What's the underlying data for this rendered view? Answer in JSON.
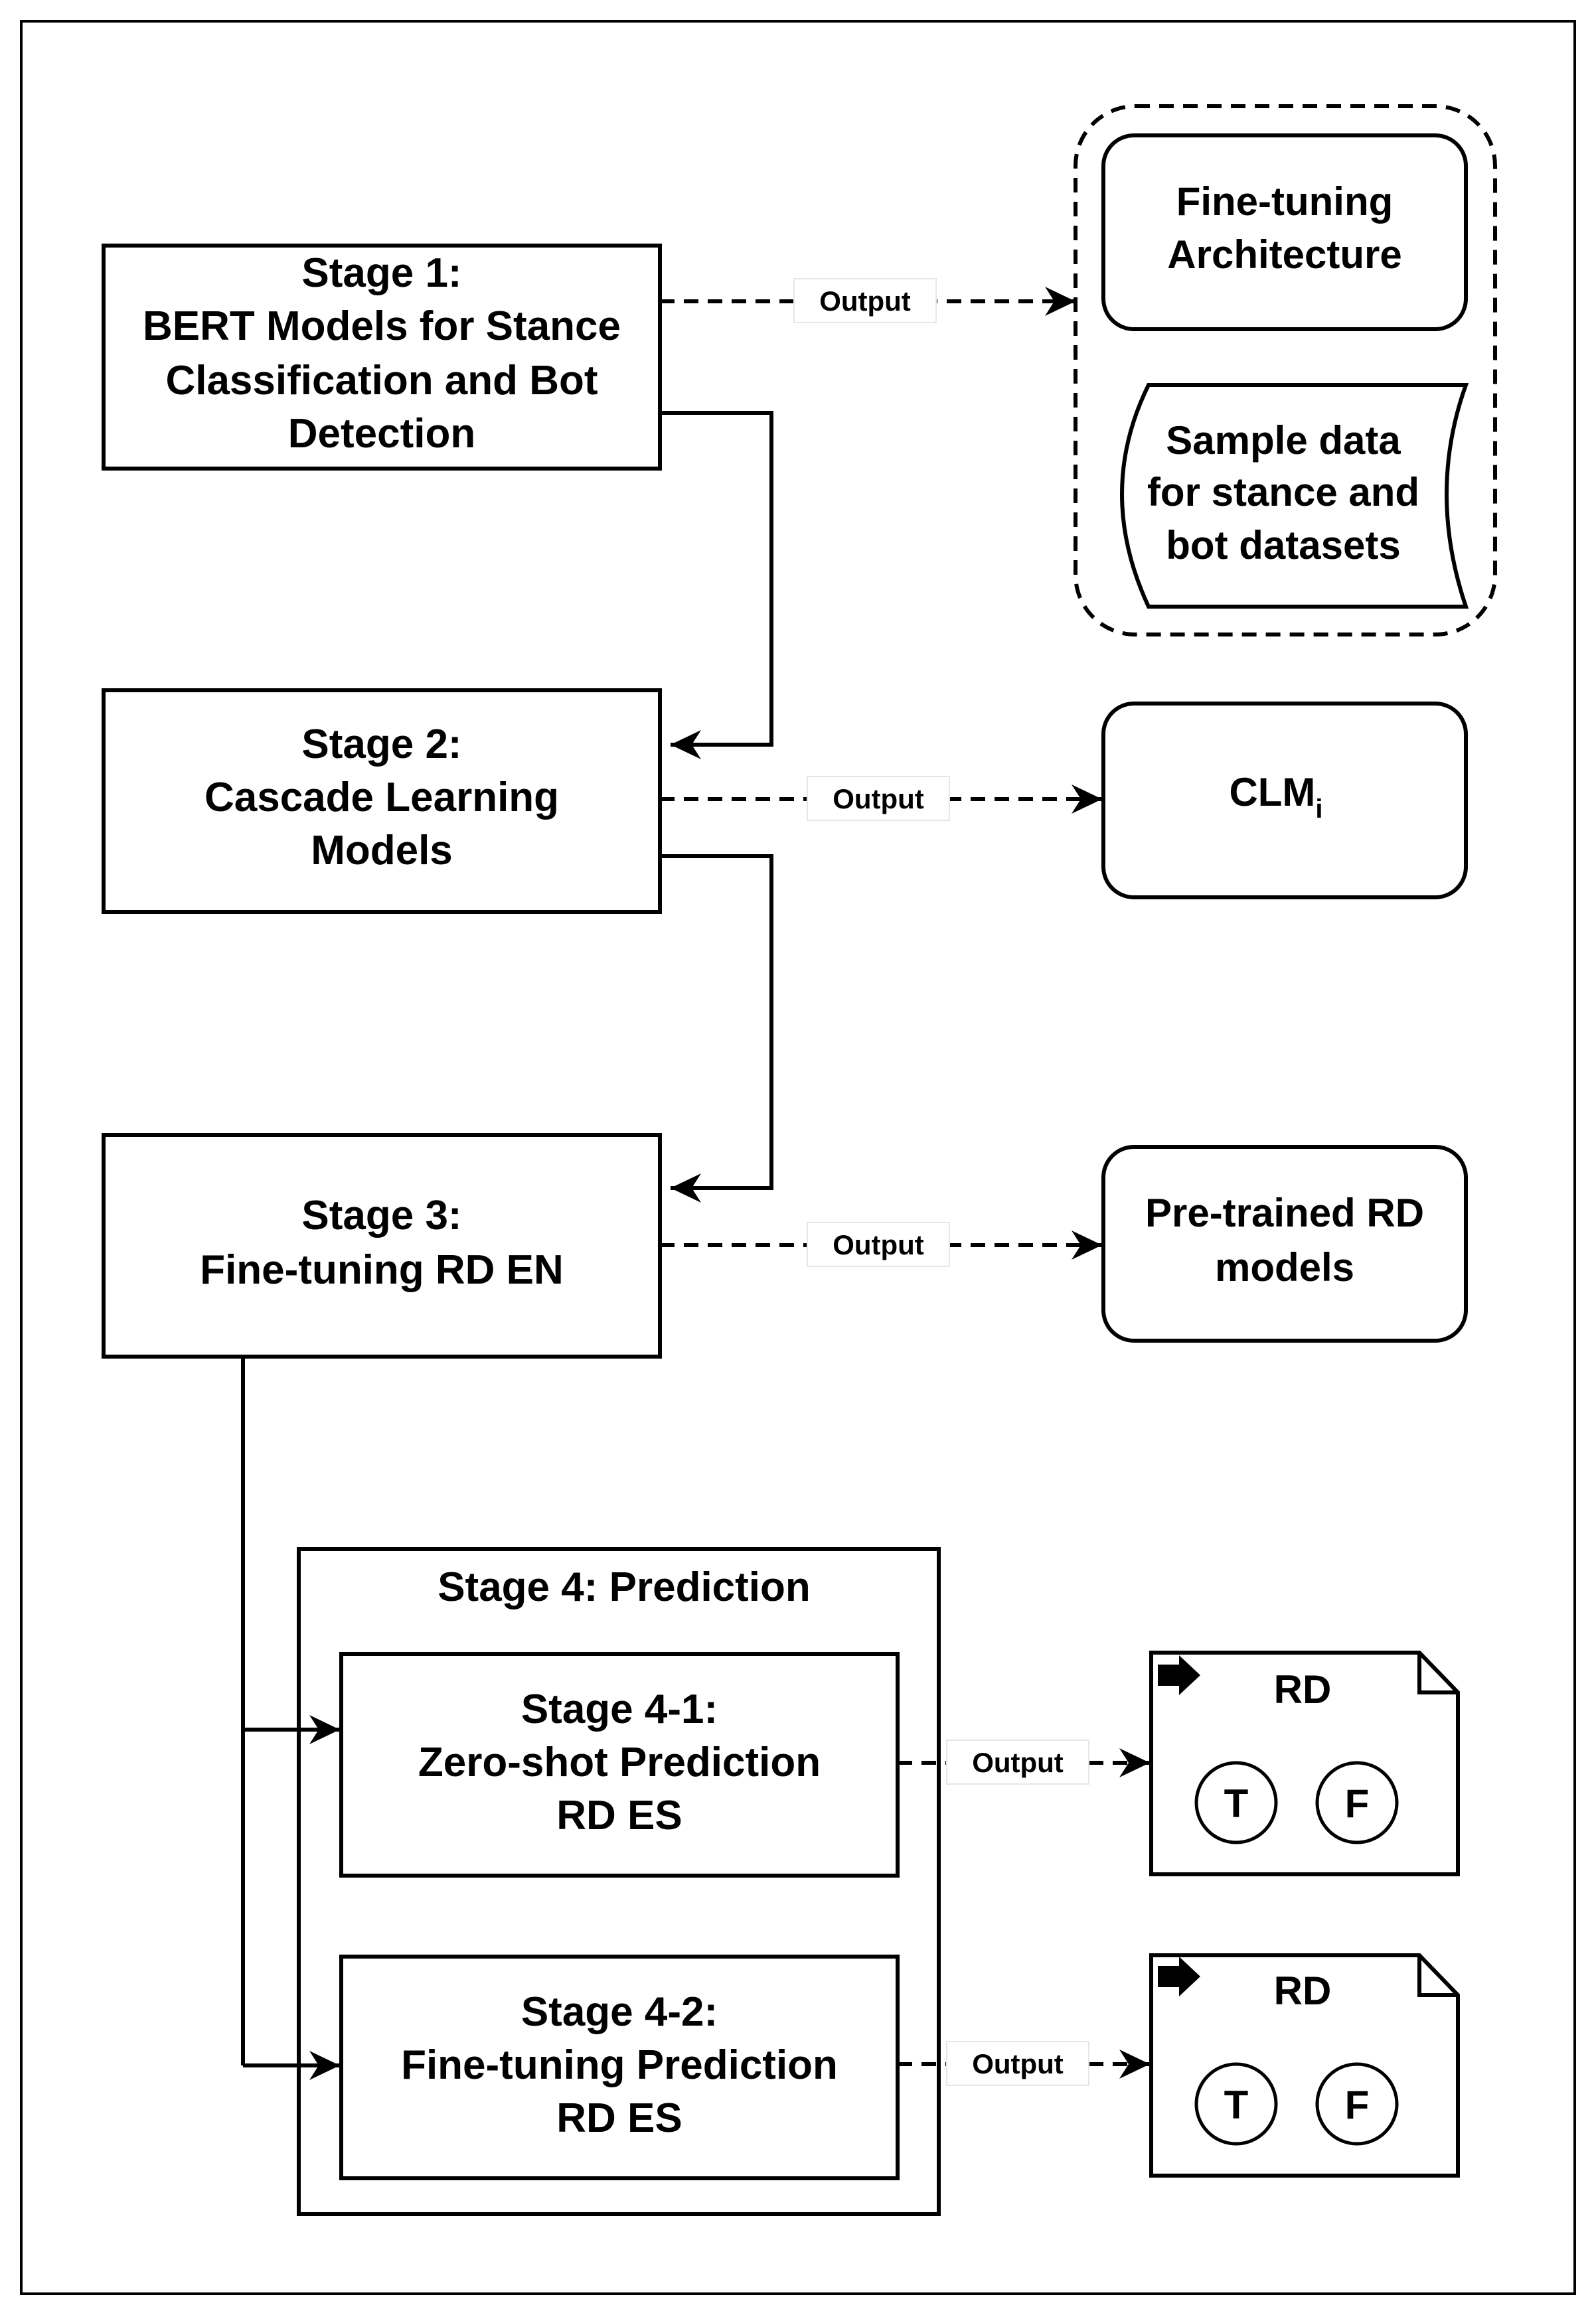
{
  "stage1": {
    "lines": [
      "Stage 1:",
      "BERT Models for Stance",
      "Classification and Bot",
      "Detection"
    ]
  },
  "stage2": {
    "lines": [
      "Stage 2:",
      "Cascade Learning",
      "Models"
    ]
  },
  "stage3": {
    "lines": [
      "Stage 3:",
      "Fine-tuning RD EN"
    ]
  },
  "stage4": {
    "title": "Stage 4: Prediction"
  },
  "stage4_1": {
    "lines": [
      "Stage 4-1:",
      "Zero-shot Prediction",
      "RD ES"
    ]
  },
  "stage4_2": {
    "lines": [
      "Stage 4-2:",
      "Fine-tuning Prediction",
      "RD ES"
    ]
  },
  "outputs": {
    "label": "Output",
    "finetune_arch": [
      "Fine-tuning",
      "Architecture"
    ],
    "sample_data": [
      "Sample data",
      "for stance and",
      "bot datasets"
    ],
    "clm": {
      "main": "CLM",
      "sub": "i"
    },
    "pretrained": [
      "Pre-trained RD",
      "models"
    ],
    "rd_doc_1": {
      "title": "RD",
      "true": "T",
      "false": "F"
    },
    "rd_doc_2": {
      "title": "RD",
      "true": "T",
      "false": "F"
    }
  }
}
